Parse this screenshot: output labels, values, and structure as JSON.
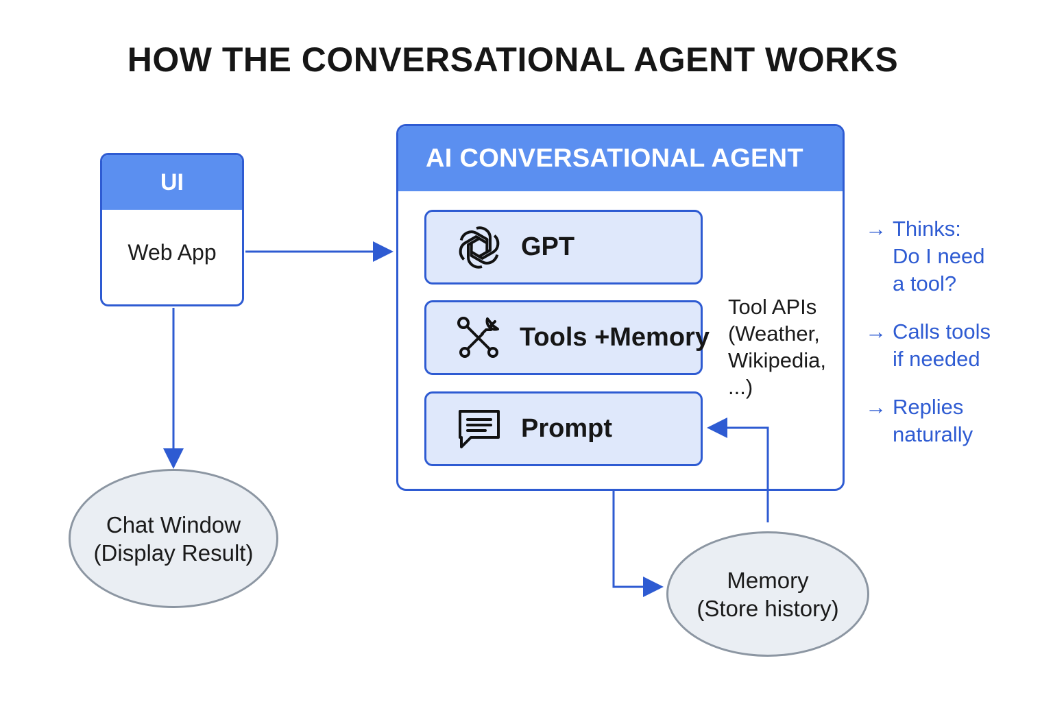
{
  "title": "HOW THE CONVERSATIONAL AGENT WORKS",
  "ui_box": {
    "header": "UI",
    "body": "Web App"
  },
  "agent": {
    "header": "AI CONVERSATIONAL AGENT",
    "modules": [
      {
        "label": "GPT",
        "icon": "openai-logo-icon"
      },
      {
        "label": "Tools +Memory",
        "icon": "wrench-tools-icon"
      },
      {
        "label": "Prompt",
        "icon": "chat-bubble-icon"
      }
    ]
  },
  "tool_apis": [
    "Tool APIs",
    "(Weather,",
    "Wikipedia,",
    "...)"
  ],
  "chat_window": {
    "line1": "Chat Window",
    "line2": "(Display Result)"
  },
  "memory": {
    "line1": "Memory",
    "line2": "(Store history)"
  },
  "steps": [
    {
      "arrow": "→",
      "lines": [
        "Thinks:",
        "Do I need",
        "a tool?"
      ]
    },
    {
      "arrow": "→",
      "lines": [
        "Calls tools",
        "if needed"
      ]
    },
    {
      "arrow": "→",
      "lines": [
        "Replies",
        "naturally"
      ]
    }
  ],
  "colors": {
    "accent": "#2e5bd2",
    "header_fill": "#5b8ff0",
    "module_fill": "#dfe8fb",
    "ellipse_fill": "#eaeef3",
    "ellipse_border": "#8c96a2"
  }
}
